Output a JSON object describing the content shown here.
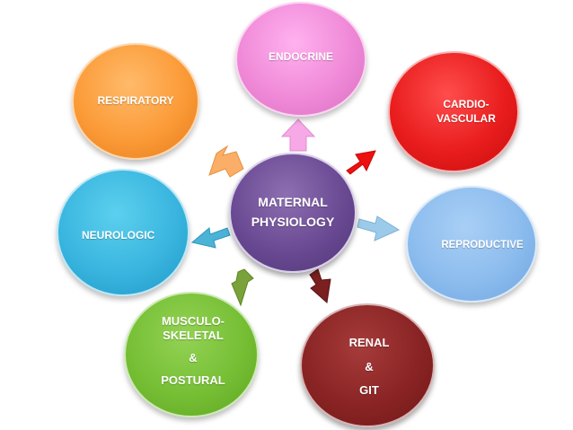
{
  "diagram": {
    "center": {
      "lines": [
        "MATERNAL",
        "PHYSIOLOGY"
      ]
    },
    "nodes": {
      "endocrine": {
        "lines": [
          "ENDOCRINE"
        ]
      },
      "respiratory": {
        "lines": [
          "RESPIRATORY"
        ]
      },
      "cardiovascular": {
        "lines": [
          "CARDIO-",
          "VASCULAR"
        ]
      },
      "neurologic": {
        "lines": [
          "NEUROLOGIC"
        ]
      },
      "reproductive": {
        "lines": [
          "REPRODUCTIVE"
        ]
      },
      "musculoskeletal": {
        "lines": [
          "MUSCULO-",
          "SKELETAL",
          "&",
          "POSTURAL"
        ]
      },
      "renal": {
        "lines": [
          "RENAL",
          "&",
          "GIT"
        ]
      }
    },
    "colors": {
      "center": "#6a4a93",
      "endocrine": "#f08ad8",
      "respiratory": "#fb9b38",
      "cardiovascular": "#e91d1d",
      "neurologic": "#39b5df",
      "reproductive": "#8cbcee",
      "musculoskeletal": "#76bf35",
      "renal": "#8a2424",
      "arrow_endocrine": "#f7a8e6",
      "arrow_respiratory": "#fbae68",
      "arrow_cardiovascular": "#ee1111",
      "arrow_neurologic": "#4bb3d6",
      "arrow_reproductive": "#9ccbea",
      "arrow_musculoskeletal": "#7aa23a",
      "arrow_renal": "#7a2020"
    }
  }
}
